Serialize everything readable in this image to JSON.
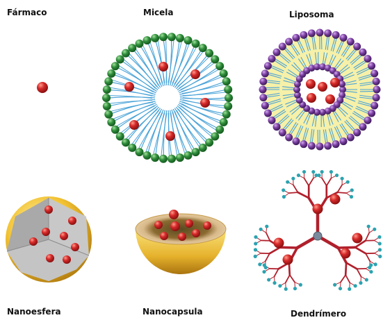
{
  "labels": {
    "drug": "Fármaco",
    "micelle": "Micela",
    "liposome": "Liposoma",
    "nanosphere": "Nanoesfera",
    "nanocapsule": "Nanocapsula",
    "dendrimer": "Dendrímero"
  },
  "colors": {
    "drug_particle": "#d62a2a",
    "micelle_head": "#2e8b3a",
    "lipid_tail": "#4aa3d8",
    "liposome_head": "#7a3fa0",
    "liposome_fill": "#f6f0a8",
    "sphere_gold": "#f2c232",
    "sphere_interior": "#b9b9b9",
    "capsule_interior": "#d8b98a",
    "capsule_core": "#6e5a2a",
    "dendrimer_branch": "#b0202c",
    "dendrimer_tip": "#2ba3b0",
    "dendrimer_core": "#7a8a9c"
  }
}
